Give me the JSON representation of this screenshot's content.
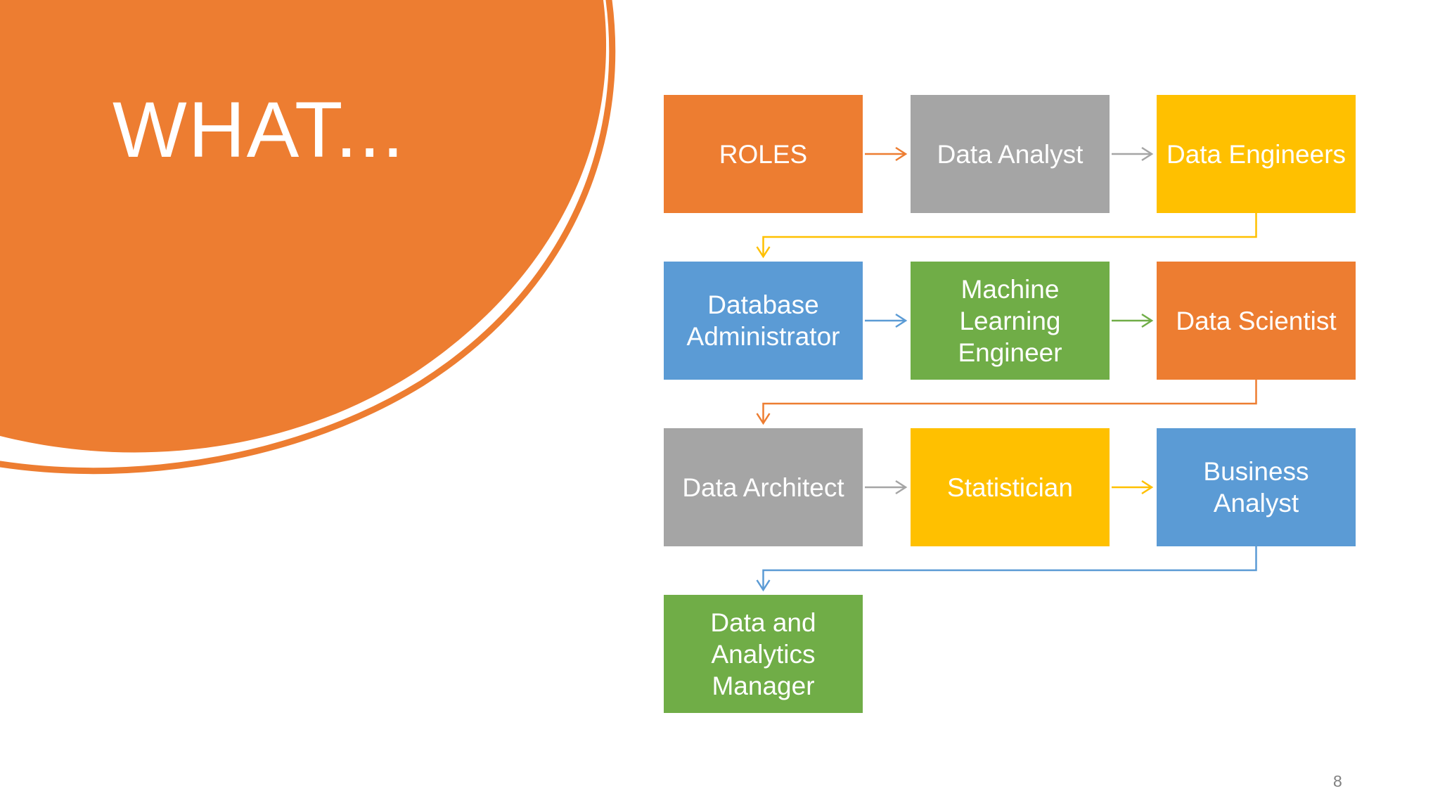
{
  "slide": {
    "title": "WHAT...",
    "page_number": "8",
    "accent_color": "#ED7D31"
  },
  "diagram": {
    "type": "process-flow",
    "colors": {
      "orange": "#ED7D31",
      "gray": "#A5A5A5",
      "gold": "#FFC000",
      "blue": "#5B9BD5",
      "green": "#70AD47"
    },
    "nodes": [
      {
        "id": "roles",
        "label": "ROLES",
        "color": "#ED7D31"
      },
      {
        "id": "data-analyst",
        "label": "Data Analyst",
        "color": "#A5A5A5"
      },
      {
        "id": "data-engineers",
        "label": "Data Engineers",
        "color": "#FFC000"
      },
      {
        "id": "database-administrator",
        "label": "Database Administrator",
        "color": "#5B9BD5"
      },
      {
        "id": "machine-learning-engineer",
        "label": "Machine Learning Engineer",
        "color": "#70AD47"
      },
      {
        "id": "data-scientist",
        "label": "Data Scientist",
        "color": "#ED7D31"
      },
      {
        "id": "data-architect",
        "label": "Data Architect",
        "color": "#A5A5A5"
      },
      {
        "id": "statistician",
        "label": "Statistician",
        "color": "#FFC000"
      },
      {
        "id": "business-analyst",
        "label": "Business Analyst",
        "color": "#5B9BD5"
      },
      {
        "id": "data-and-analytics-manager",
        "label": "Data and Analytics Manager",
        "color": "#70AD47"
      }
    ],
    "edges": [
      {
        "from": "roles",
        "to": "data-analyst",
        "color": "#ED7D31"
      },
      {
        "from": "data-analyst",
        "to": "data-engineers",
        "color": "#A5A5A5"
      },
      {
        "from": "data-engineers",
        "to": "database-administrator",
        "color": "#FFC000"
      },
      {
        "from": "database-administrator",
        "to": "machine-learning-engineer",
        "color": "#5B9BD5"
      },
      {
        "from": "machine-learning-engineer",
        "to": "data-scientist",
        "color": "#70AD47"
      },
      {
        "from": "data-scientist",
        "to": "data-architect",
        "color": "#ED7D31"
      },
      {
        "from": "data-architect",
        "to": "statistician",
        "color": "#A5A5A5"
      },
      {
        "from": "statistician",
        "to": "business-analyst",
        "color": "#FFC000"
      },
      {
        "from": "business-analyst",
        "to": "data-and-analytics-manager",
        "color": "#5B9BD5"
      }
    ]
  }
}
